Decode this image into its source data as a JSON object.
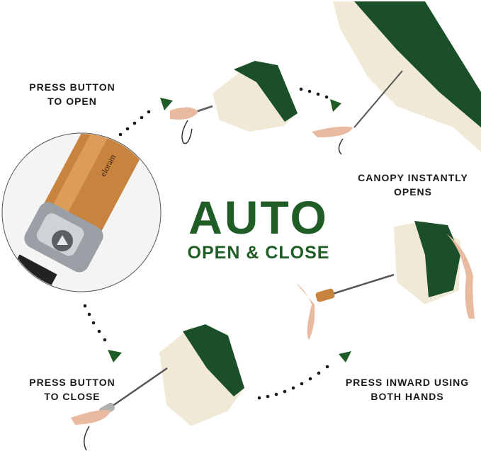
{
  "headline": {
    "main": "AUTO",
    "sub": "OPEN & CLOSE"
  },
  "steps": {
    "open": {
      "line1": "PRESS BUTTON",
      "line2": "TO OPEN"
    },
    "canopy": {
      "line1": "CANOPY INSTANTLY",
      "line2": "OPENS"
    },
    "close": {
      "line1": "PRESS BUTTON",
      "line2": "TO CLOSE"
    },
    "inward": {
      "line1": "PRESS INWARD USING",
      "line2": "BOTH HANDS"
    }
  },
  "handle_brand": "eloram",
  "colors": {
    "accent": "#1f5c26",
    "canopy": "#1b4f2a",
    "trim": "#efe9d6",
    "wood": "#c8843f",
    "text": "#1a1a1a"
  },
  "icons": [
    "arrow-triangle-icon",
    "umbrella-button-icon"
  ]
}
